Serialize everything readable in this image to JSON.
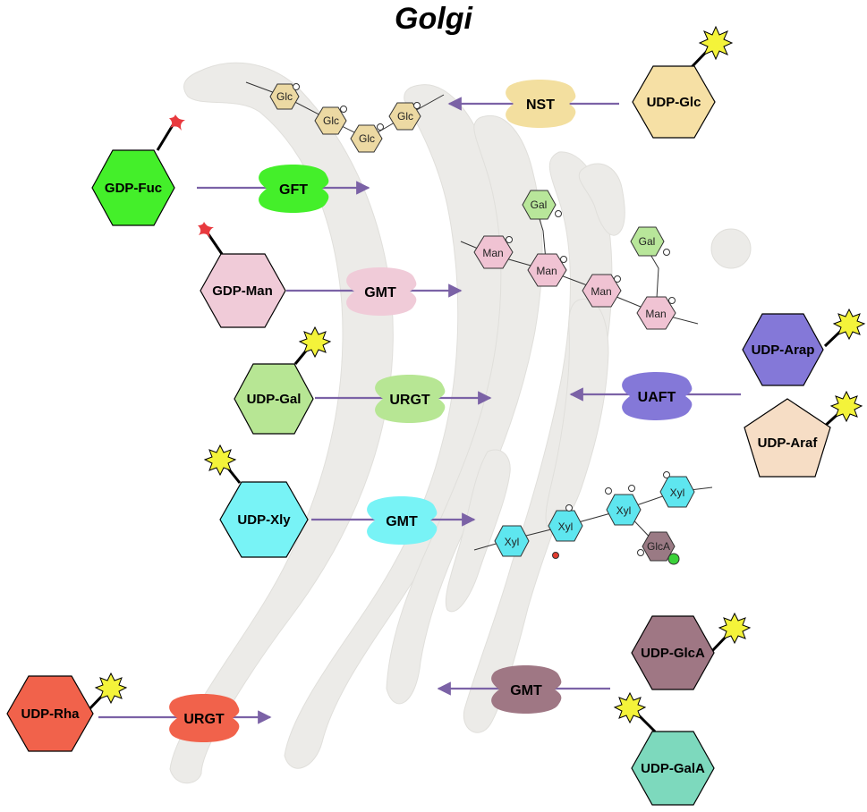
{
  "title": "Golgi",
  "colors": {
    "cisterna": "#ecebe8",
    "cisterna_stroke": "#e0dfdb",
    "arrow": "#7b62a6",
    "star": "#f4f33a",
    "cross": "#e8393e"
  },
  "donors": {
    "udp_glc": {
      "label": "UDP-Glc",
      "color": "#f6e0a5",
      "tag": "star"
    },
    "gdp_fuc": {
      "label": "GDP-Fuc",
      "color": "#44ef2a",
      "tag": "cross"
    },
    "gdp_man": {
      "label": "GDP-Man",
      "color": "#f0cbd8",
      "tag": "cross"
    },
    "udp_gal": {
      "label": "UDP-Gal",
      "color": "#b7e694",
      "tag": "star"
    },
    "udp_arap": {
      "label": "UDP-Arap",
      "color": "#8478d8",
      "tag": "star"
    },
    "udp_araf": {
      "label": "UDP-Araf",
      "color": "#f6ddc5",
      "tag": "star"
    },
    "udp_xly": {
      "label": "UDP-Xly",
      "color": "#78f3f6",
      "tag": "star"
    },
    "udp_glca": {
      "label": "UDP-GlcA",
      "color": "#9f7784",
      "tag": "star"
    },
    "udp_rha": {
      "label": "UDP-Rha",
      "color": "#f1624b",
      "tag": "star"
    },
    "udp_gala": {
      "label": "UDP-GalA",
      "color": "#7dd9bd",
      "tag": "star"
    }
  },
  "enzymes": {
    "nst": {
      "label": "NST",
      "color": "#f3df9f"
    },
    "gft": {
      "label": "GFT",
      "color": "#44ef2a"
    },
    "gmt1": {
      "label": "GMT",
      "color": "#f0cbd8"
    },
    "urgt1": {
      "label": "URGT",
      "color": "#b7e694"
    },
    "uaft": {
      "label": "UAFT",
      "color": "#8478d8"
    },
    "gmt2": {
      "label": "GMT",
      "color": "#78f3f6"
    },
    "gmt3": {
      "label": "GMT",
      "color": "#9f7784"
    },
    "urgt2": {
      "label": "URGT",
      "color": "#f1624b"
    }
  },
  "sugars": {
    "glc": {
      "label": "Glc",
      "color": "#ecd9a3"
    },
    "man": {
      "label": "Man",
      "color": "#f0c3d3"
    },
    "gal": {
      "label": "Gal",
      "color": "#b8e69a"
    },
    "xyl": {
      "label": "Xyl",
      "color": "#5ee6ef"
    },
    "glca": {
      "label": "GlcA",
      "color": "#9a7a84"
    }
  }
}
